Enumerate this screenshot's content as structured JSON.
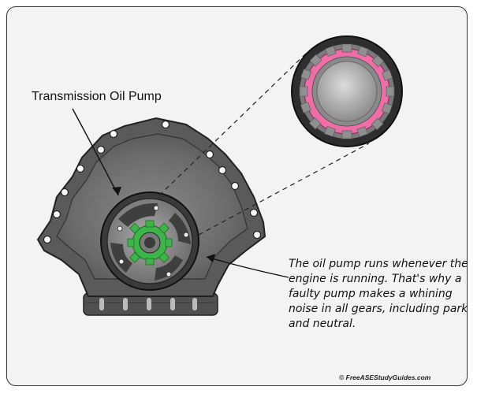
{
  "diagram": {
    "label_pump": "Transmission Oil Pump",
    "caption": "The oil pump runs whenever the engine is running. That's why a faulty pump makes a whining noise in all gears, including park and neutral.",
    "credit": "© FreeASEStudyGuides.com",
    "colors": {
      "frame_bg": "#f3f3f3",
      "housing_dark": "#4d4d4d",
      "housing_mid": "#6b6b6b",
      "pump_gear_green": "#3db54a",
      "zoom_gear_pink": "#f06ea8",
      "oil_pan": "#555555"
    }
  }
}
